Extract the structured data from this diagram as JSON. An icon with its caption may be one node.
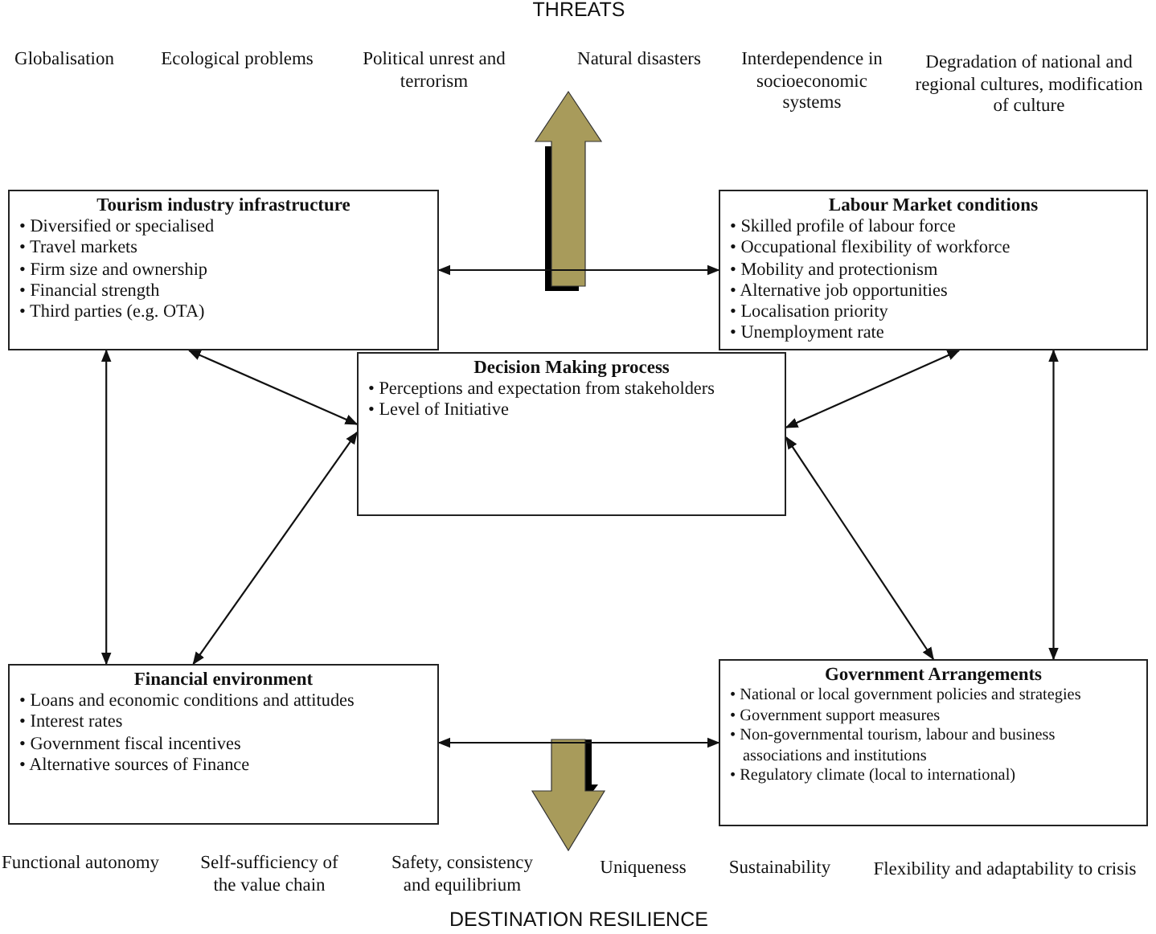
{
  "diagram": {
    "nodes": [
      {
        "text": [
          "Tourism industry infrastructure",
          "• Diversified or specialised",
          "• Travel markets",
          "• Firm size and ownership",
          "• Financial strength",
          "• Third parties (e.g. OTA)"
        ]
      },
      {
        "text": [
          "Labour Market conditions",
          "• Skilled profile of labour force",
          "• Occupational flexibility of workforce",
          "• Mobility and protectionism",
          "• Alternative job opportunities",
          "• Localisation priority",
          "• Unemployment rate"
        ]
      },
      {
        "text": [
          "Decision Making process",
          "• Perceptions and expectation from stakeholders",
          "• Level of Initiative"
        ]
      },
      {
        "text": [
          "Financial environment",
          "• Loans and economic conditions and attitudes",
          "• Interest rates",
          "• Government fiscal incentives",
          "• Alternative sources of Finance"
        ]
      },
      {
        "text": [
          "Government Arrangements",
          "• National or local government policies and strategies",
          "• Government support measures",
          "• Non-governmental tourism, labour and business associations and institutions",
          "• Regulatory climate (local to international)"
        ]
      }
    ],
    "edges": [
      {
        "from": 0,
        "to": 1,
        "arrow": "both"
      },
      {
        "from": 0,
        "to": 3,
        "arrow": "both"
      },
      {
        "from": 0,
        "to": 2,
        "arrow": "both"
      },
      {
        "from": 1,
        "to": 2,
        "arrow": "both"
      },
      {
        "from": 1,
        "to": 4,
        "arrow": "both"
      },
      {
        "from": 2,
        "to": 3,
        "arrow": "both"
      },
      {
        "from": 2,
        "to": 4,
        "arrow": "both"
      },
      {
        "from": 3,
        "to": 4,
        "arrow": "both"
      }
    ],
    "labels": [
      "THREATS",
      "Globalisation",
      "Ecological problems",
      "Political unrest and terrorism",
      "Natural disasters",
      "Interdependence in socioeconomic systems",
      "Degradation of national and regional cultures, modification of culture",
      "Functional autonomy",
      "Self-sufficiency of the value chain",
      "Safety, consistency and equilibrium",
      "Uniqueness",
      "Sustainability",
      "Flexibility and adaptability to crisis",
      "DESTINATION RESILIENCE"
    ]
  }
}
